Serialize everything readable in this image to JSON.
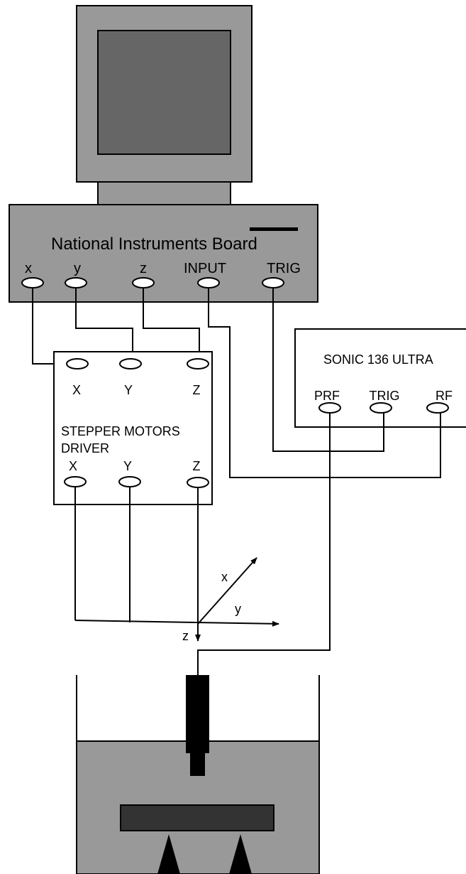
{
  "ni_board": {
    "title": "National Instruments Board",
    "ports": [
      "x",
      "y",
      "z",
      "INPUT",
      "TRIG"
    ]
  },
  "stepper_driver": {
    "inputs": [
      "X",
      "Y",
      "Z"
    ],
    "title_line1": "STEPPER MOTORS",
    "title_line2": "DRIVER",
    "outputs": [
      "X",
      "Y",
      "Z"
    ]
  },
  "sonic": {
    "title": "SONIC 136 ULTRA",
    "ports": [
      "PRF",
      "TRIG",
      "RF"
    ]
  },
  "axes": {
    "x": "x",
    "y": "y",
    "z": "z"
  },
  "colors": {
    "equipment_gray": "#999999",
    "screen_gray": "#666666",
    "dark": "#333333",
    "black": "#000000"
  }
}
